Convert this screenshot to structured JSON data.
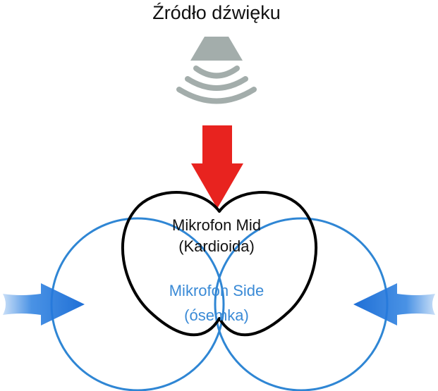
{
  "source": {
    "title": "Źródło dźwięku",
    "icon": "speaker-icon"
  },
  "mid_mic": {
    "line1": "Mikrofon Mid",
    "line2": "(Kardioida)"
  },
  "side_mic": {
    "line1": "Mikrofon Side",
    "line2": "(ósemka)"
  },
  "colors": {
    "speaker": "#a3adab",
    "mid_arrow": "#e8231f",
    "side_pattern": "#2f86d4",
    "side_arrow": "#2a7fe0",
    "mid_pattern": "#000000",
    "side_text": "#3a8ad6",
    "text": "#111111"
  }
}
